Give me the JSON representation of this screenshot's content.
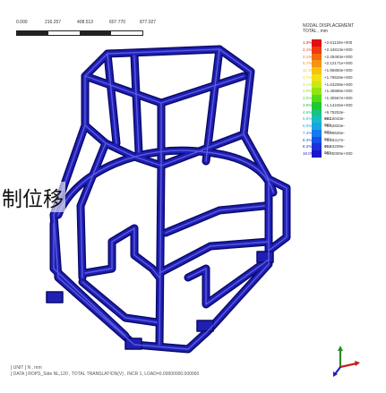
{
  "scale": {
    "ticks": [
      "0.000",
      "216.257",
      "408.513",
      "607.770",
      "877.027"
    ]
  },
  "legend": {
    "topmark": "",
    "header": [
      "NODAL DISPLACEMENT",
      "TOTAL , mm"
    ],
    "items": [
      {
        "pct": "1.3%",
        "color": "#e01010",
        "value": "+2.61134e+000"
      },
      {
        "pct": "2.1%",
        "color": "#ef3a10",
        "value": "+2.44813e+000"
      },
      {
        "pct": "2.1%",
        "color": "#f26a12",
        "value": "+2.28493e+000"
      },
      {
        "pct": "5.7%",
        "color": "#f59412",
        "value": "+2.12171e+000"
      },
      {
        "pct": "11.1%",
        "color": "#f7c112",
        "value": "+1.95850e+000"
      },
      {
        "pct": "4.7%",
        "color": "#f2e014",
        "value": "+1.79528e+000"
      },
      {
        "pct": "3.1%",
        "color": "#c8ea14",
        "value": "+1.63208e+000"
      },
      {
        "pct": "3.9%",
        "color": "#92e314",
        "value": "+1.46886e+000"
      },
      {
        "pct": "3.5%",
        "color": "#56d918",
        "value": "+1.30567e+000"
      },
      {
        "pct": "3.9%",
        "color": "#20c830",
        "value": "+1.14246e+000"
      },
      {
        "pct": "4.6%",
        "color": "#18c282",
        "value": "+9.79253e-001"
      },
      {
        "pct": "5.6%",
        "color": "#18bcc2",
        "value": "+8.16043e-001"
      },
      {
        "pct": "6.0%",
        "color": "#18a6e6",
        "value": "+6.52834e-001"
      },
      {
        "pct": "7.4%",
        "color": "#1878ee",
        "value": "+4.89626e-001"
      },
      {
        "pct": "8.3%",
        "color": "#1850e8",
        "value": "+3.26417e-001"
      },
      {
        "pct": "8.2%",
        "color": "#1c32d8",
        "value": "+1.63209e-001"
      },
      {
        "pct": "10.0%",
        "color": "#1a16c8",
        "value": "+0.00000e+000"
      }
    ]
  },
  "overlay": {
    "text": "制位移"
  },
  "footer": {
    "line1": "[ UNIT ]  N , mm",
    "line2": "[ DATA ]  ROPS_Side NL,120 ,  TOTAL TRANSLATION(V) ,  INCR 1, LOAD=0.00000000.000000"
  },
  "colors": {
    "frame": "#1f1fb4",
    "frame_edge": "#0a0a6a",
    "frame_highlight": "#5a5ae0"
  }
}
